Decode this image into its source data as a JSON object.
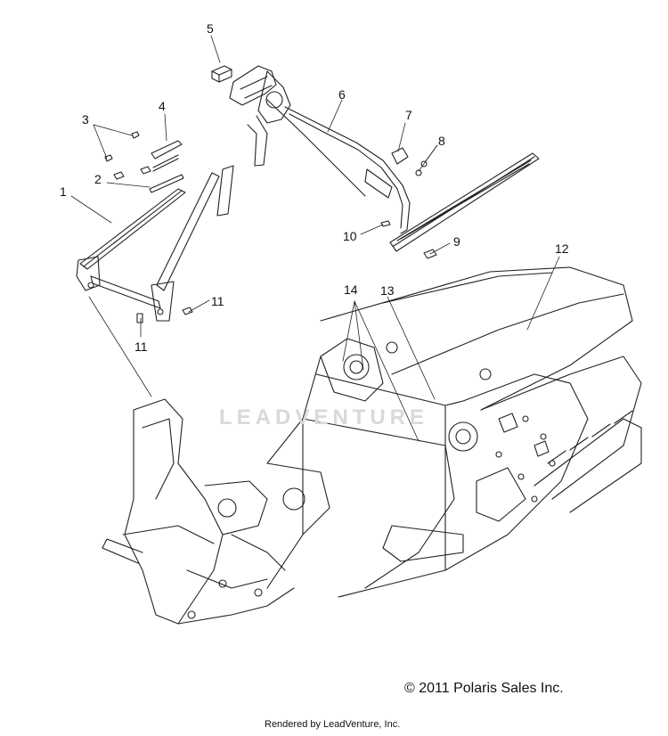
{
  "callouts": {
    "c1": "1",
    "c2": "2",
    "c3": "3",
    "c4": "4",
    "c5": "5",
    "c6": "6",
    "c7": "7",
    "c8": "8",
    "c9": "9",
    "c10": "10",
    "c11a": "11",
    "c11b": "11",
    "c12": "12",
    "c13": "13",
    "c14": "14"
  },
  "copyright": "© 2011 Polaris Sales Inc.",
  "rendered_by": "Rendered by LeadVenture, Inc.",
  "watermark": "LEADVENTURE"
}
